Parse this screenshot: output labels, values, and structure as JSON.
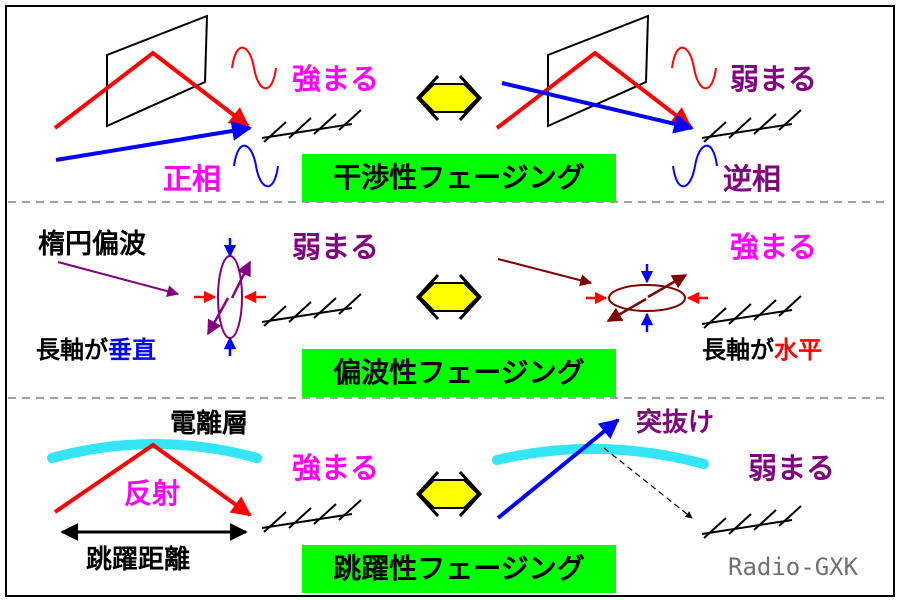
{
  "colors": {
    "red": "#ff0000",
    "blue": "#0000ff",
    "magenta": "#ff00ff",
    "purple": "#800080",
    "darkred": "#800000",
    "cyan": "#33e5f5",
    "green": "#00ff00",
    "yellow": "#ffff00",
    "divider": "#808080"
  },
  "icons": {
    "exchange": "double-headed-arrow-icon",
    "ground": "hatched-ground-icon",
    "wave": "sine-wave-icon"
  },
  "sections": {
    "interference": {
      "title": "干渉性フェージング",
      "strong": "強まる",
      "weak": "弱まる",
      "in_phase": "正相",
      "anti_phase": "逆相"
    },
    "polarization": {
      "title": "偏波性フェージング",
      "elliptical": "楕円偏波",
      "weak": "弱まる",
      "strong": "強まる",
      "axis_prefix": "長軸が",
      "vertical": "垂直",
      "horizontal": "水平"
    },
    "skip": {
      "title": "跳躍性フェージング",
      "ionosphere": "電離層",
      "reflection": "反射",
      "skip_distance": "跳躍距離",
      "strong": "強まる",
      "penetration": "突抜け",
      "weak": "弱まる"
    }
  },
  "watermark": "Radio-GXK"
}
